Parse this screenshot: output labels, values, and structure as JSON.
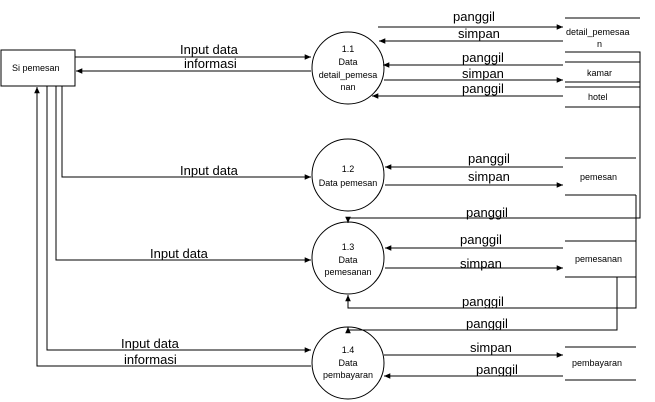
{
  "entity": {
    "label": "Si pemesan"
  },
  "processes": [
    {
      "lines": [
        "1.1",
        "Data",
        "detail_pemesa",
        "nan"
      ]
    },
    {
      "lines": [
        "1.2",
        "Data pemesan"
      ]
    },
    {
      "lines": [
        "1.3",
        "Data",
        "pemesanan"
      ]
    },
    {
      "lines": [
        "1.4",
        "Data",
        "pembayaran"
      ]
    }
  ],
  "stores": {
    "detail_pemesanan": [
      "detail_pemesaa",
      "n"
    ],
    "kamar": "kamar",
    "hotel": "hotel",
    "pemesan": "pemesan",
    "pemesanan": "pemesanan",
    "pembayaran": "pembayaran"
  },
  "flows": {
    "p1_input": "Input data",
    "p1_info": "informasi",
    "p2_input": "Input data",
    "p3_input": "Input data",
    "p4_input": "Input data",
    "p4_info": "informasi",
    "detail_panggil": "panggil",
    "detail_simpan": "simpan",
    "kamar_panggil": "panggil",
    "kamar_simpan": "simpan",
    "hotel_panggil": "panggil",
    "pemesan_panggil": "panggil",
    "pemesan_simpan": "simpan",
    "detail_to_p3_panggil": "panggil",
    "pemesanan_panggil": "panggil",
    "pemesanan_simpan": "simpan",
    "pemesan_to_p3_panggil": "panggil",
    "pemesanan_to_p4_panggil": "panggil",
    "pembayaran_simpan": "simpan",
    "pembayaran_panggil": "panggil"
  }
}
